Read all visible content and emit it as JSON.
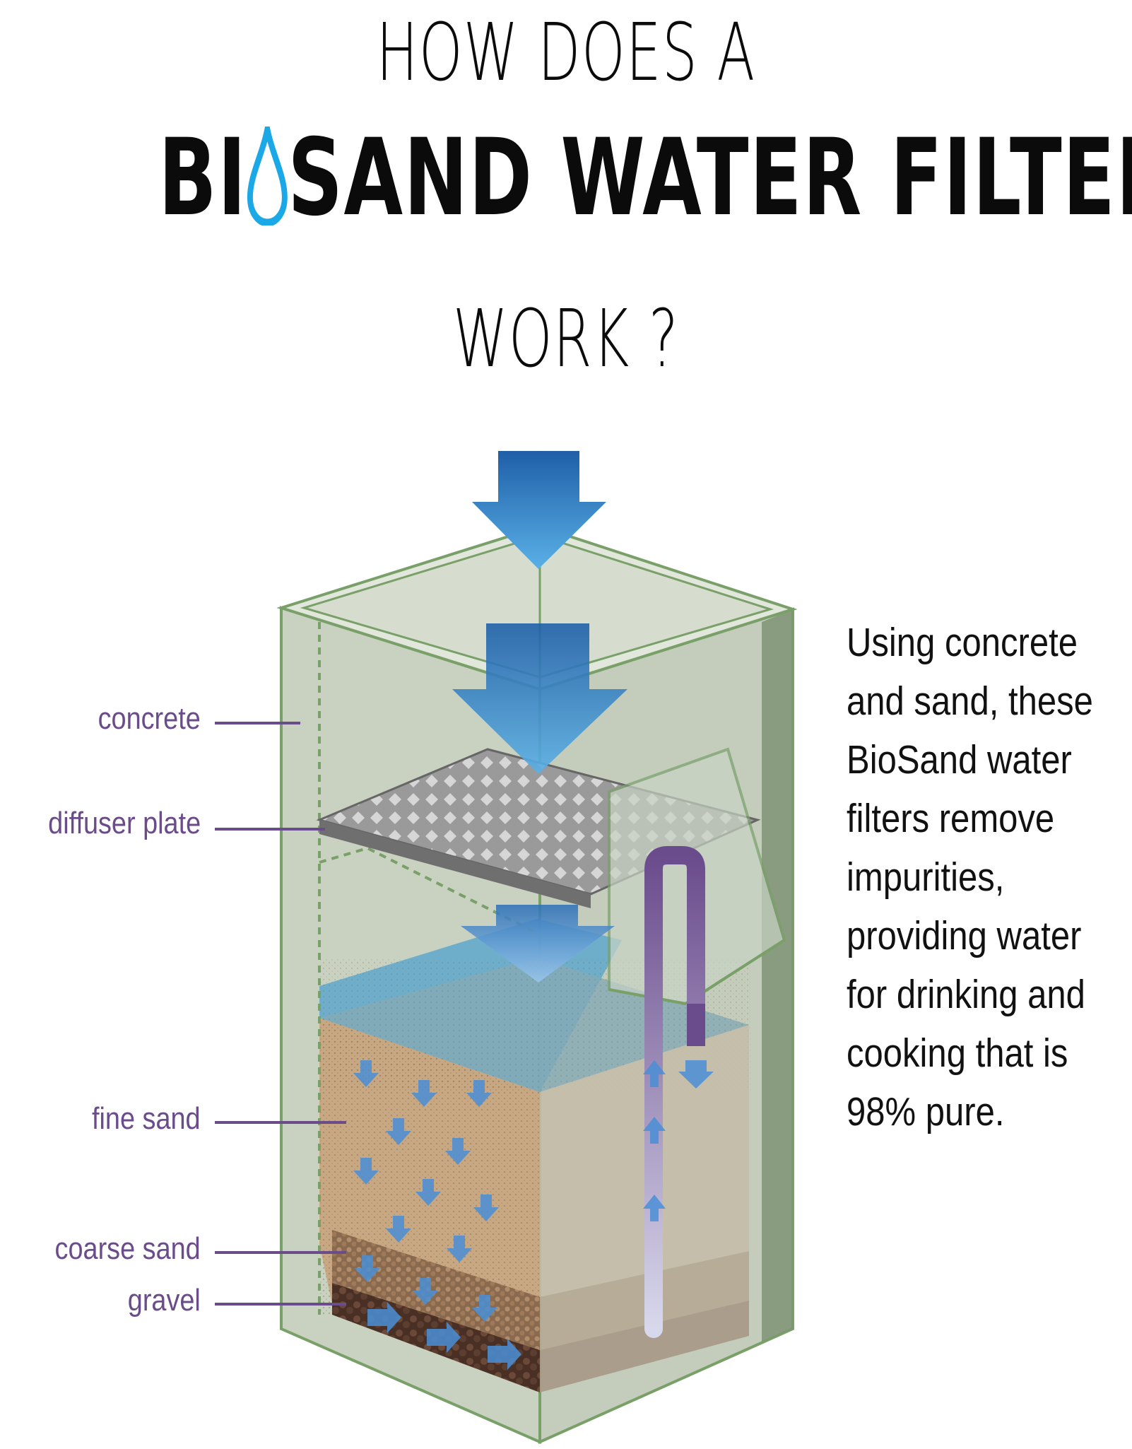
{
  "title": {
    "line1": "HOW DOES A",
    "line2_before": "BI",
    "line2_after": "SAND WATER FILTER",
    "line3": "WORK ?"
  },
  "labels": {
    "concrete": "concrete",
    "diffuser_plate": "diffuser plate",
    "fine_sand": "fine sand",
    "coarse_sand": "coarse sand",
    "gravel": "gravel"
  },
  "description": [
    "Using concrete",
    "and sand, these",
    "BioSand water",
    "filters remove",
    "impurities,",
    "providing water",
    "for drinking and",
    "cooking that is",
    "98% pure."
  ],
  "colors": {
    "water_drop": "#1aa9e6",
    "label_purple": "#6b4c8a",
    "container_green": "#7aa06a",
    "arrow_blue": "#3a84c8",
    "sand": "#c8a882",
    "gravel": "#5a3a2a"
  }
}
